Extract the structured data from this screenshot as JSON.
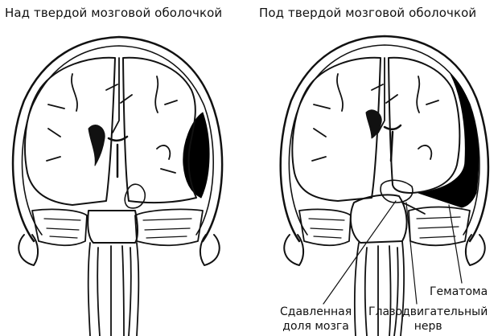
{
  "left_panel": {
    "title": "Над твердой мозговой оболочкой"
  },
  "right_panel": {
    "title": "Под твердой мозговой оболочкой",
    "labels": {
      "hematoma": "Гематома",
      "compressed_lobe_line1": "Сдавленная",
      "compressed_lobe_line2": "доля мозга",
      "oculomotor_line1": "Глазодвигательный",
      "oculomotor_line2": "нерв"
    }
  },
  "colors": {
    "ink": "#111111",
    "paper": "#ffffff",
    "hematoma": "#000000"
  }
}
